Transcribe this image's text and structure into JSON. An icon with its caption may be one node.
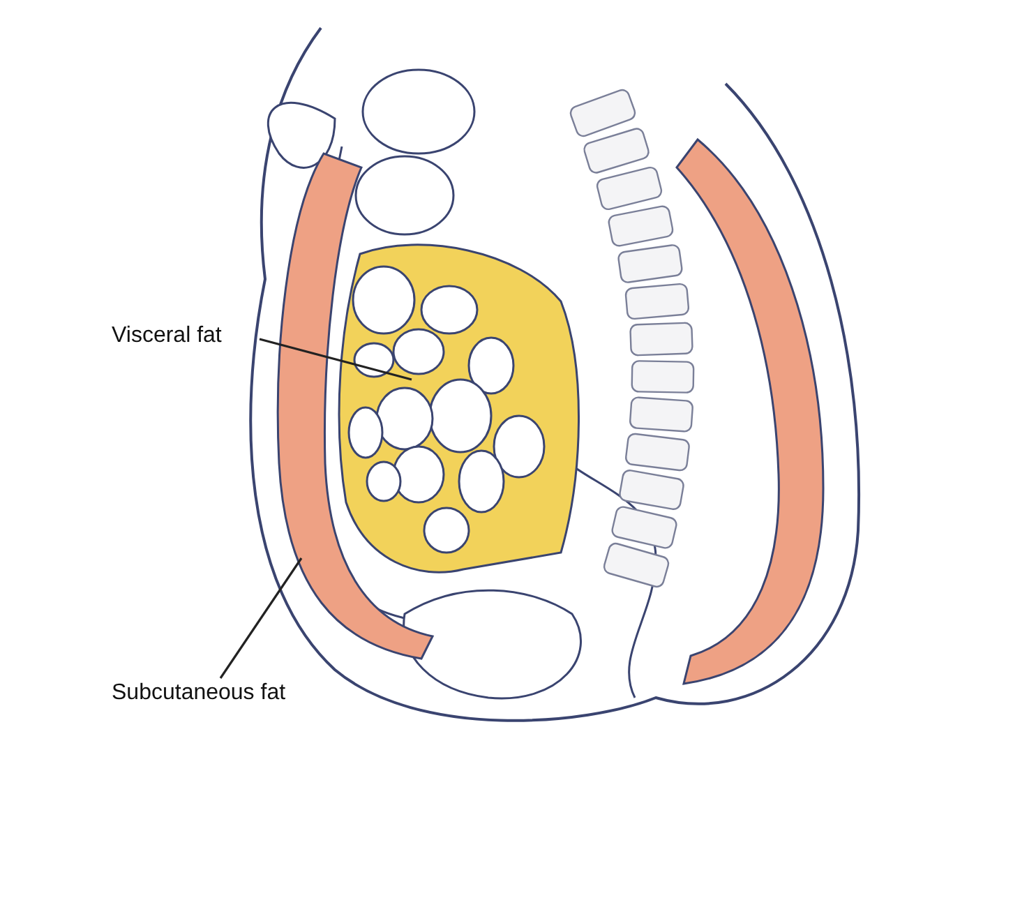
{
  "diagram": {
    "nodes": [
      {
        "text": [
          "Visceral fat"
        ]
      },
      {
        "text": [],
        "shape": "picture"
      },
      {
        "text": [
          "Subcutaneous fat"
        ]
      },
      {
        "text": [],
        "shape": "picture"
      },
      {
        "text": [],
        "shape": "picture"
      }
    ],
    "edges": [
      {
        "from": 0,
        "to": 1,
        "arrow": "none"
      },
      {
        "from": 2,
        "to": 3,
        "arrow": "none"
      }
    ]
  }
}
